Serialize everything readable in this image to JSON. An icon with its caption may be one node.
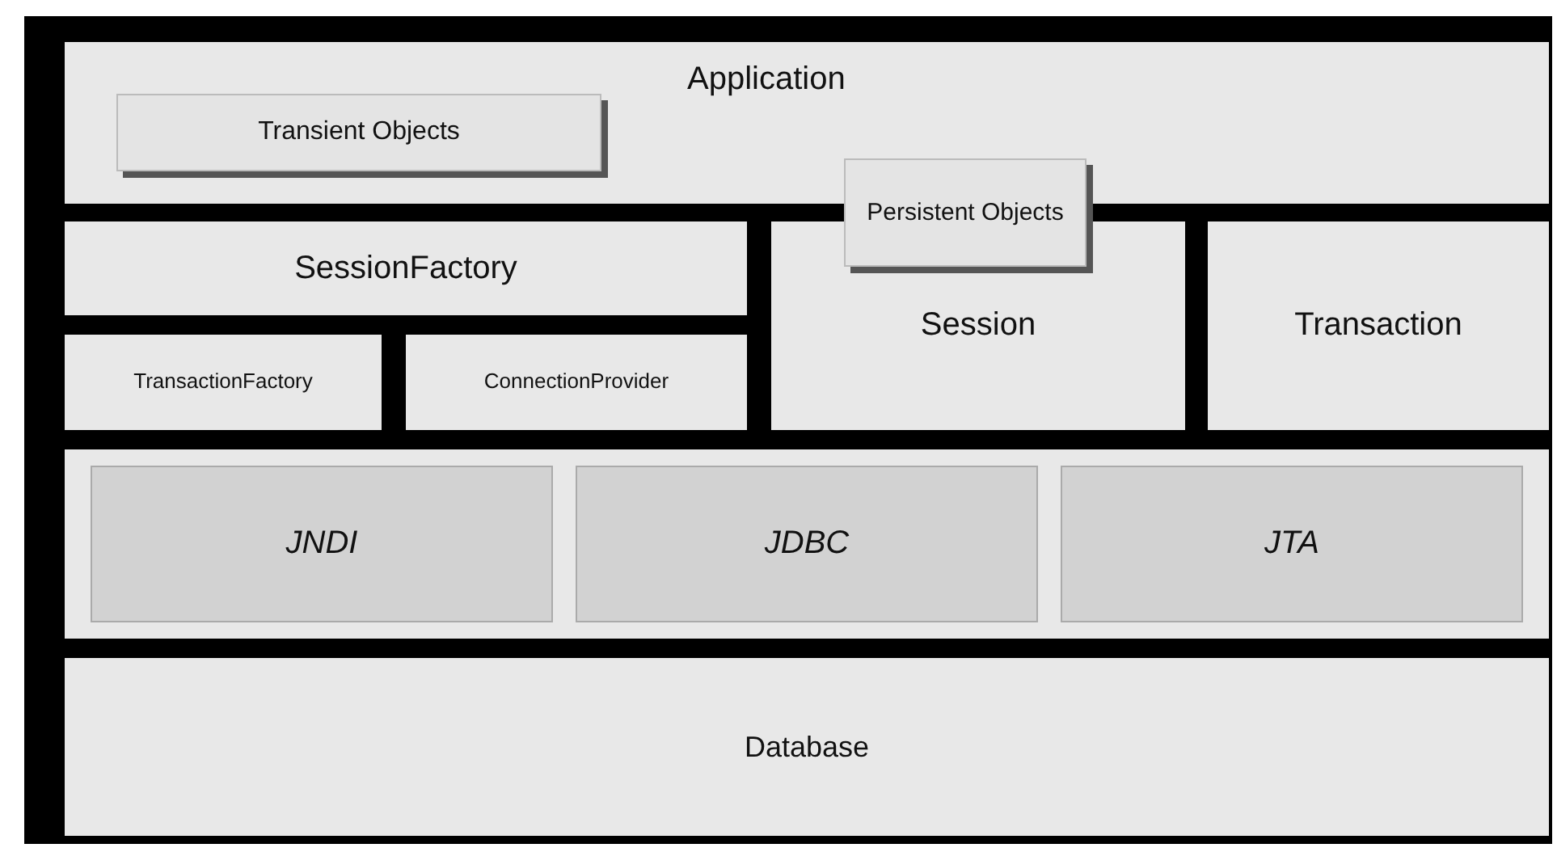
{
  "diagram": {
    "nodes": [
      {
        "text": [
          "Application"
        ]
      },
      {
        "text": [
          "Transient Objects"
        ],
        "in": 0
      },
      {
        "text": [
          "Persistent Objects"
        ]
      },
      {
        "text": [
          "SessionFactory"
        ]
      },
      {
        "text": [
          "TransactionFactory"
        ]
      },
      {
        "text": [
          "ConnectionProvider"
        ]
      },
      {
        "text": [
          "Session"
        ]
      },
      {
        "text": [
          "Transaction"
        ]
      },
      {
        "text": [],
        "shape": "box"
      },
      {
        "text": [
          "JNDI"
        ],
        "in": 8
      },
      {
        "text": [
          "JDBC"
        ],
        "in": 8
      },
      {
        "text": [
          "JTA"
        ],
        "in": 8
      },
      {
        "text": [
          "Database"
        ]
      }
    ]
  }
}
